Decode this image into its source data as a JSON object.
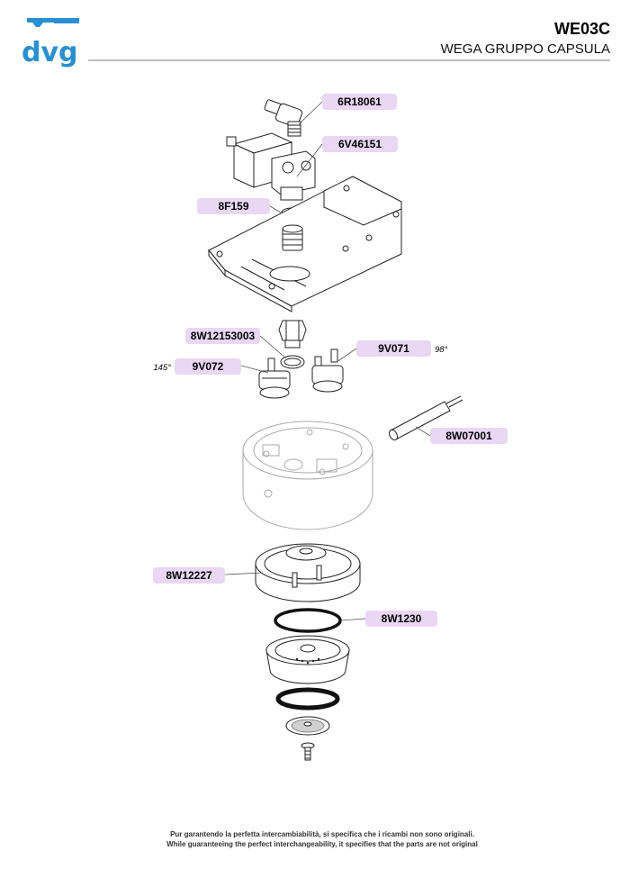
{
  "header": {
    "logo_text": "dvg",
    "code": "WE03C",
    "subtitle": "WEGA GRUPPO CAPSULA"
  },
  "parts": [
    {
      "code": "6R18061"
    },
    {
      "code": "6V46151"
    },
    {
      "code": "8F159"
    },
    {
      "code": "8W12153003"
    },
    {
      "code": "9V071",
      "note": "98°"
    },
    {
      "code": "9V072",
      "note": "145°"
    },
    {
      "code": "8W07001"
    },
    {
      "code": "8W12227"
    },
    {
      "code": "8W1230"
    }
  ],
  "footer": {
    "line_it": "Pur garantendo la perfetta intercambiabilità, si specifica che i ricambi non sono originali.",
    "line_en": "While guaranteeing the perfect interchangeability, it specifies that the parts are not original"
  },
  "colors": {
    "brand": "#2a8fd0",
    "label_tag": "#e9d7f5"
  }
}
